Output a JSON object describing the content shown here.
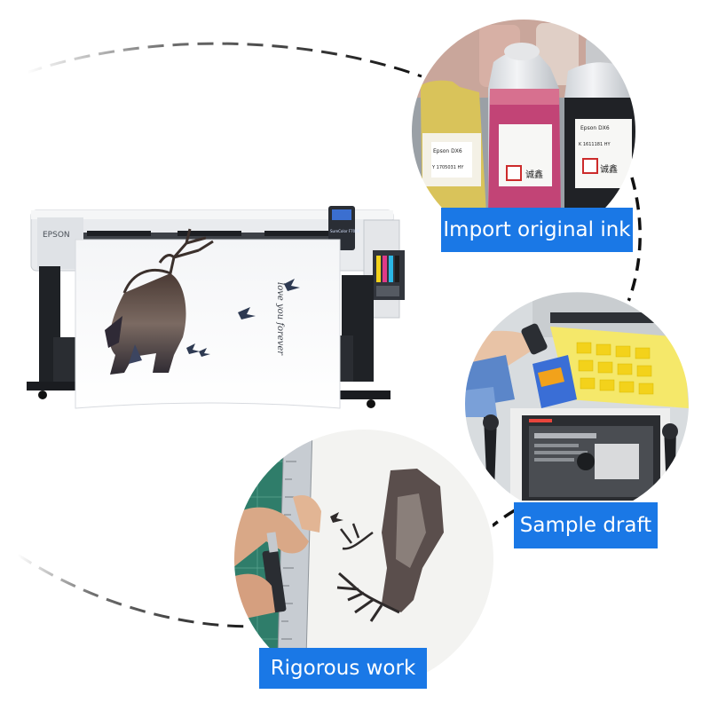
{
  "brand_text": "EPSON",
  "model_badge_text": "SureColor F7000",
  "print_text": "love you forever",
  "ink_labels": [
    {
      "brand": "Epson DX6",
      "code": "Y 1705031 HY"
    },
    {
      "brand": "Epson DX6",
      "code": "K 1611181 HY"
    }
  ],
  "callouts": {
    "ink": "Import original ink",
    "sample": "Sample draft",
    "rigor": "Rigorous work"
  },
  "colors": {
    "accent": "#1a78e6",
    "dashed_line": "#111111",
    "printer_body": "#e8eaed"
  },
  "icons": [
    "deer-silhouette-icon",
    "bird-icon"
  ]
}
